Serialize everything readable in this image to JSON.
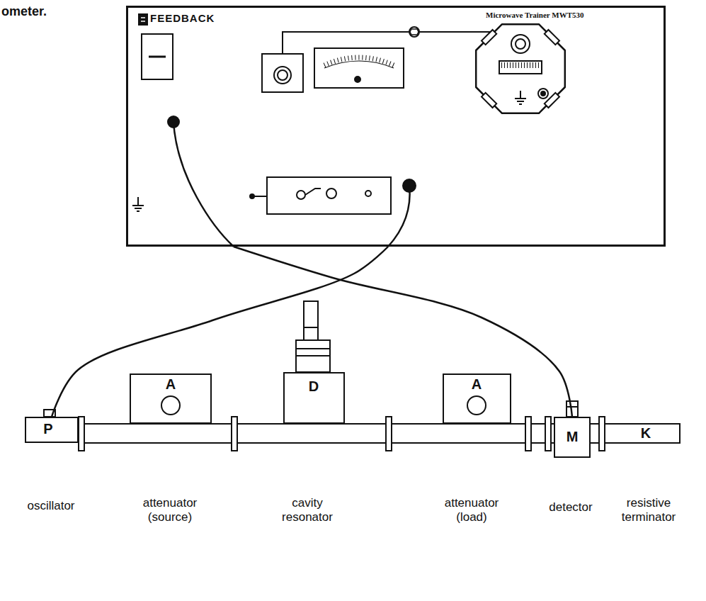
{
  "diagram": {
    "nodes": [
      {
        "text": [
          "FEEDBACK",
          "Microwave Trainer MWT530"
        ]
      },
      {
        "text": [
          "P",
          "oscillator"
        ]
      },
      {
        "text": [
          "A",
          "attenuator (source)"
        ]
      },
      {
        "text": [
          "D",
          "cavity resonator"
        ]
      },
      {
        "text": [
          "A",
          "attenuator (load)"
        ]
      },
      {
        "text": [
          "M",
          "detector"
        ]
      },
      {
        "text": [
          "K",
          "resistive terminator"
        ]
      }
    ],
    "edges": [
      {
        "from": 0,
        "to": 5,
        "arrow": "none"
      },
      {
        "from": 0,
        "to": 1,
        "arrow": "none"
      }
    ],
    "labels": [
      "ometer."
    ]
  }
}
